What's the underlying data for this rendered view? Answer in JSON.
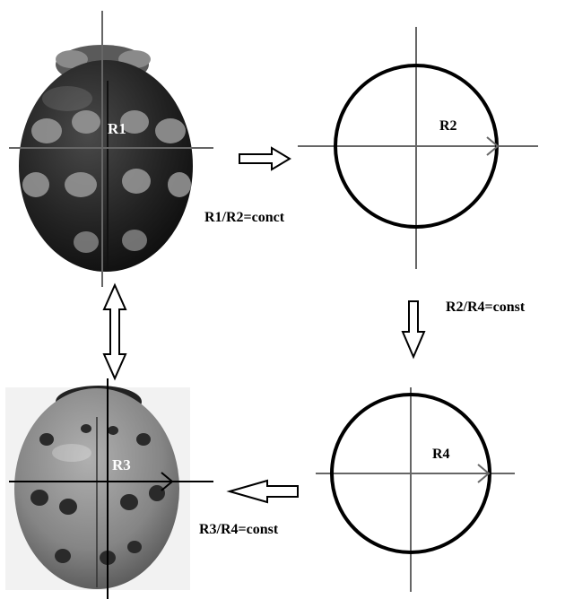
{
  "labels": {
    "r1": "R1",
    "r2": "R2",
    "r3": "R3",
    "r4": "R4"
  },
  "relations": {
    "r1_r2": "R1/R2=conct",
    "r2_r4": "R2/R4=const",
    "r3_r4": "R3/R4=const"
  },
  "colors": {
    "line": "#666666",
    "circle": "#000000",
    "beetle_top_body": "#222222",
    "beetle_top_spots": "#9a9a9a",
    "beetle_bottom_body": "#8a8a8a",
    "beetle_bottom_spots": "#2a2a2a"
  }
}
